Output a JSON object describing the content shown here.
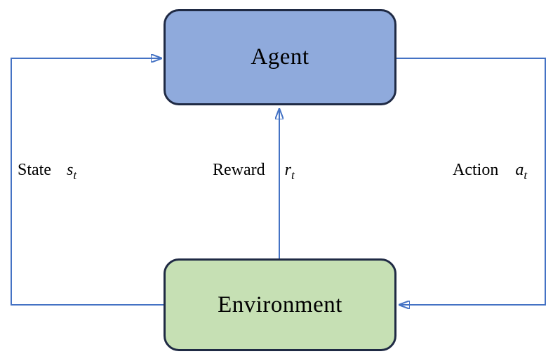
{
  "diagram": {
    "boxes": {
      "agent": {
        "label": "Agent",
        "fill": "#8FAADC"
      },
      "environment": {
        "label": "Environment",
        "fill": "#C6E0B4"
      }
    },
    "edges": {
      "state": {
        "word": "State",
        "symbol": "s",
        "subscript": "t",
        "from": "environment",
        "to": "agent"
      },
      "reward": {
        "word": "Reward",
        "symbol": "r",
        "subscript": "t",
        "from": "environment",
        "to": "agent"
      },
      "action": {
        "word": "Action",
        "symbol": "a",
        "subscript": "t",
        "from": "agent",
        "to": "environment"
      }
    },
    "colors": {
      "arrow": "#4472C4",
      "box_border": "#1F2A44",
      "text": "#000000",
      "background": "#FFFFFF"
    }
  }
}
